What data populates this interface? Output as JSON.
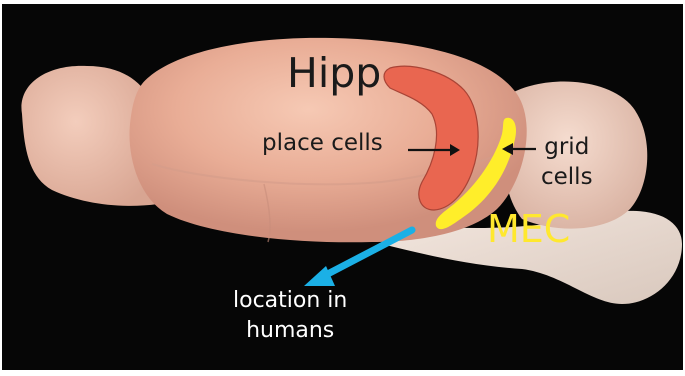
{
  "labels": {
    "hipp": "Hipp",
    "place_cells": "place cells",
    "grid_line1": "grid",
    "grid_line2": "cells",
    "mec": "MEC",
    "human_line1": "location in",
    "human_line2": "humans"
  },
  "colors": {
    "background": "#060606",
    "hipp_region": "#e96650",
    "mec_region": "#ffee2a",
    "arrow_cyan": "#1bb0e6",
    "label_dark": "#1a1a1a",
    "mec_text": "#ffe82e",
    "human_text": "#ffffff"
  },
  "icons": {
    "place_arrow": "arrow-right-icon",
    "grid_arrow": "arrow-left-icon",
    "human_arrow": "arrow-down-left-icon"
  }
}
